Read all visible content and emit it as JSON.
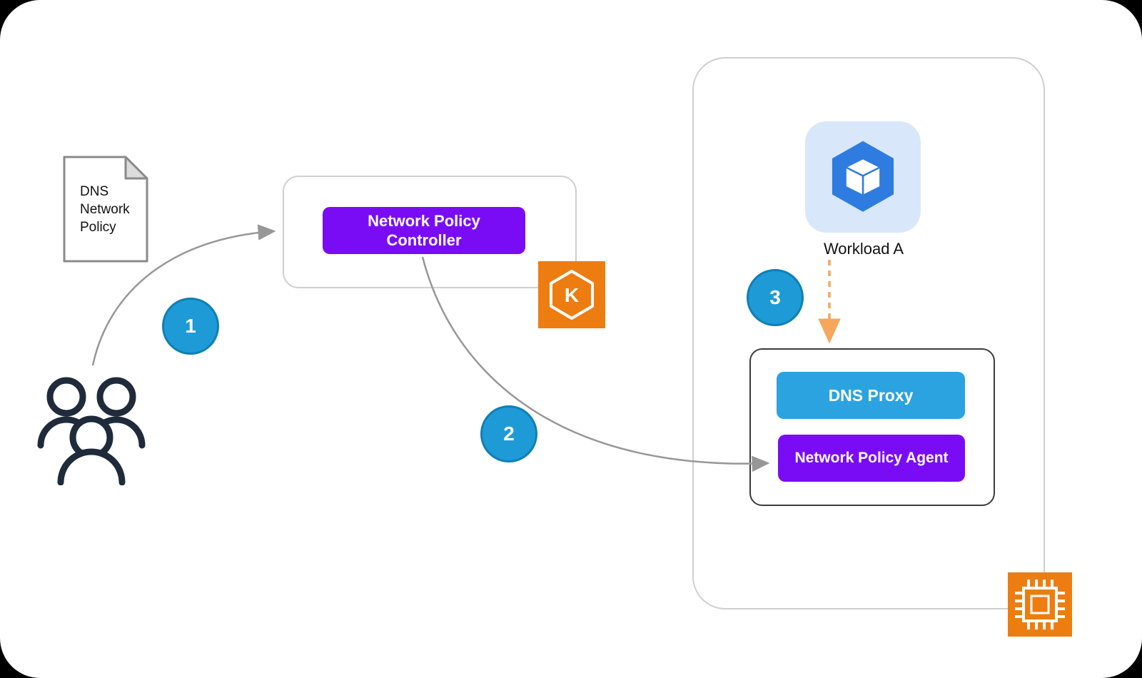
{
  "colors": {
    "purple": "#7a0cf5",
    "blue": "#2aa3e0",
    "badge": "#1e9ad6",
    "badge-border": "#0f7fb5",
    "orange": "#ed7d11",
    "workload-blue": "#2e7ce0",
    "workload-bg": "#d9e7fa",
    "arrow": "#979797",
    "dashed-arrow": "#f6a75c",
    "dark": "#1f2b3a"
  },
  "document": {
    "label": "DNS\nNetwork\nPolicy"
  },
  "controller": {
    "label": "Network Policy\nController"
  },
  "workload": {
    "label": "Workload A"
  },
  "dns_proxy": {
    "label": "DNS Proxy"
  },
  "agent": {
    "label": "Network Policy Agent"
  },
  "badges": {
    "one": "1",
    "two": "2",
    "three": "3"
  },
  "eks_icon": {
    "letter": "K"
  }
}
